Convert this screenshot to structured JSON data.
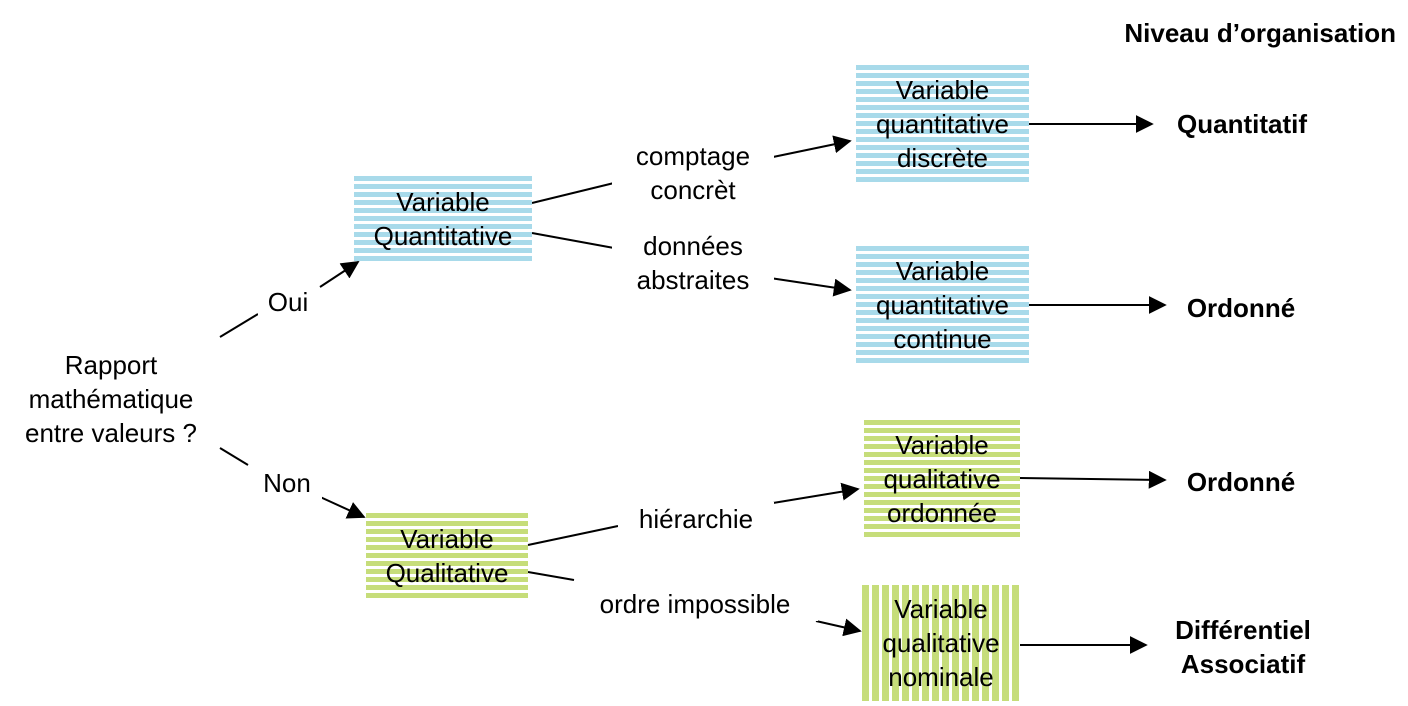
{
  "header": {
    "title": "Niveau d’organisation"
  },
  "root": {
    "lines": [
      "Rapport",
      "mathématique",
      "entre valeurs ?"
    ]
  },
  "branches": {
    "yes": "Oui",
    "no": "Non"
  },
  "nodes": {
    "quantitative": [
      "Variable",
      "Quantitative"
    ],
    "qualitative": [
      "Variable",
      "Qualitative"
    ],
    "discrete": [
      "Variable",
      "quantitative",
      "discrète"
    ],
    "continuous": [
      "Variable",
      "quantitative",
      "continue"
    ],
    "ordinal": [
      "Variable",
      "qualitative",
      "ordonnée"
    ],
    "nominal": [
      "Variable",
      "qualitative",
      "nominale"
    ]
  },
  "edge_labels": {
    "counting": [
      "comptage",
      "concrèt"
    ],
    "abstract": [
      "données",
      "abstraites"
    ],
    "hierarchy": "hiérarchie",
    "no_order": "ordre impossible"
  },
  "levels": {
    "quantitative": "Quantitatif",
    "ordered_1": "Ordonné",
    "ordered_2": "Ordonné",
    "differential": [
      "Différentiel",
      "Associatif"
    ]
  },
  "colors": {
    "blue_hatch": "#a8daea",
    "green_hatch": "#c6dd7a"
  }
}
